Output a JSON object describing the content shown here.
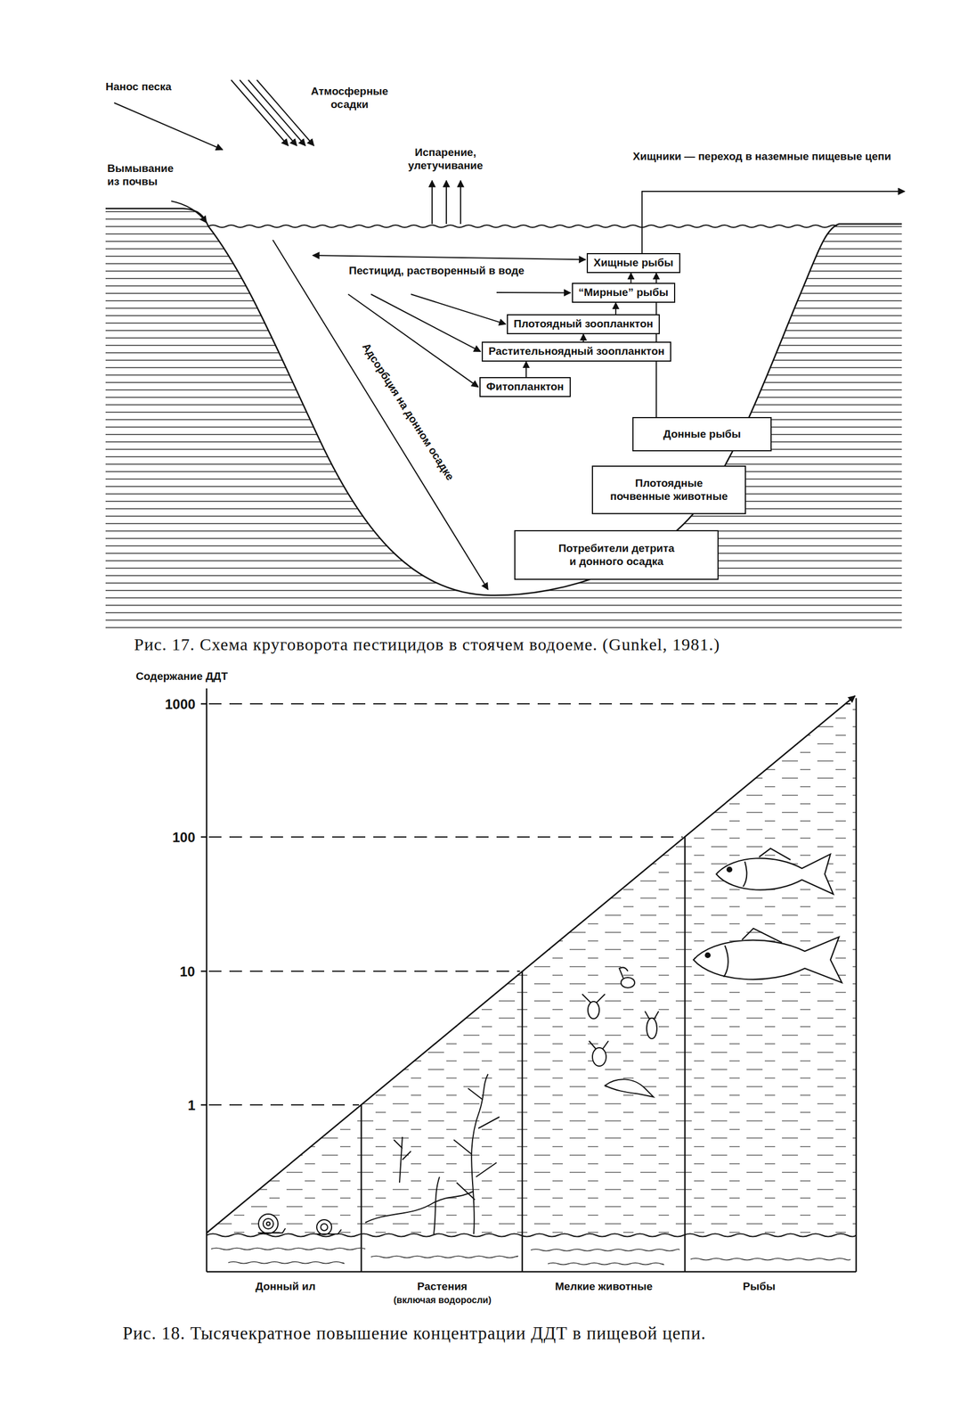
{
  "diagram": {
    "caption": "Рис. 18. Тысячекратное повышение концентрации ДДТ в пищевой цепи.",
    "nodes": [
      {
        "text": [
          "Хищные рыбы"
        ]
      },
      {
        "text": [
          "“Мирные” рыбы"
        ]
      },
      {
        "text": [
          "Плотоядный зоопланктон"
        ]
      },
      {
        "text": [
          "Растительноядный зоопланктон"
        ]
      },
      {
        "text": [
          "Фитопланктон"
        ]
      },
      {
        "text": [
          "Донные рыбы"
        ]
      },
      {
        "text": [
          "Плотоядные почвенные животные"
        ]
      },
      {
        "text": [
          "Потребители детрита и донного осадка"
        ]
      }
    ],
    "edges": [
      {
        "from": 4,
        "to": 3,
        "arrow": "to"
      },
      {
        "from": 3,
        "to": 2,
        "arrow": "to"
      },
      {
        "from": 2,
        "to": 1,
        "arrow": "to"
      },
      {
        "from": 1,
        "to": 0,
        "arrow": "to"
      },
      {
        "from": 5,
        "to": 0,
        "arrow": "to"
      }
    ],
    "labels": [
      "Нанос песка",
      "Атмосферные осадки",
      "Вымывание из почвы",
      "Испарение, улетучивание",
      "Хищники — переход в наземные пищевые цепи",
      "Пестицид, растворенный в воде",
      "Адсорбция на донном осадке",
      "Рис. 17. Схема круговорота пестицидов в стоячем водоеме. (Gunkel, 1981.)",
      "Содержание ДДТ",
      "1000",
      "100",
      "10",
      "1",
      "Донный ил",
      "Растения",
      "(включая водоросли)",
      "Мелкие животные",
      "Рыбы"
    ]
  }
}
